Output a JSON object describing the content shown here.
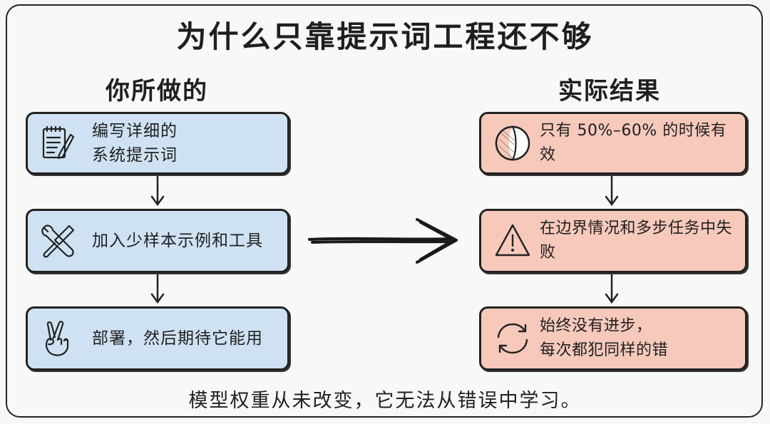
{
  "title": "为什么只靠提示词工程还不够",
  "left_column": {
    "heading": "你所做的",
    "steps": [
      {
        "label": "编写详细的\n系统提示词",
        "icon": "notepad-pencil-icon"
      },
      {
        "label": "加入少样本示例和工具",
        "icon": "wrench-screwdriver-icon"
      },
      {
        "label": "部署，然后期待它能用",
        "icon": "crossed-fingers-icon"
      }
    ]
  },
  "right_column": {
    "heading": "实际结果",
    "steps": [
      {
        "label": "只有 50%–60% 的时候有效",
        "icon": "pie-chart-icon"
      },
      {
        "label": "在边界情况和多步任务中失败",
        "icon": "warning-icon"
      },
      {
        "label": "始终没有进步，\n每次都犯同样的错",
        "icon": "refresh-cycle-icon"
      }
    ]
  },
  "footer": "模型权重从未改变，它无法从错误中学习。",
  "colors": {
    "left_box": "#cfe2f3",
    "right_box": "#f6c9bb",
    "stroke": "#222222"
  }
}
